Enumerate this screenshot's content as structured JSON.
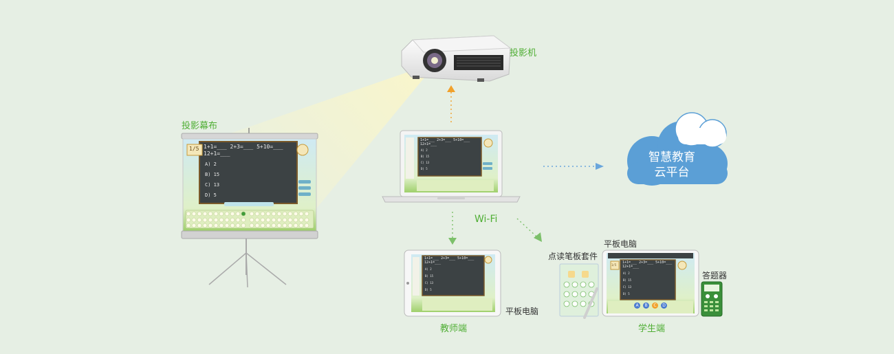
{
  "labels": {
    "projector": "投影机",
    "screen": "投影幕布",
    "wifi": "Wi-Fi",
    "cloud_line1": "智慧教育",
    "cloud_line2": "云平台",
    "pen_kit": "点读笔板套件",
    "tablet_student": "平板电脑",
    "tablet_teacher": "平板电脑",
    "teacher": "教师端",
    "student": "学生端",
    "clicker": "答题器"
  },
  "quiz": {
    "counter": "1/5",
    "line1": "1+1=___  2+3=___  5+10=___",
    "line2": "12+1=___",
    "opt_a": "A) 2",
    "opt_b": "B) 15",
    "opt_c": "C) 13",
    "opt_d": "D) 5",
    "answer_buttons": [
      "A",
      "B",
      "C",
      "D"
    ]
  },
  "colors": {
    "background": "#e6efe4",
    "accent_green": "#4fae34",
    "arrow_orange": "#f1a12b",
    "cloud_blue": "#5b9fd6",
    "chalkboard": "#3c4244"
  }
}
